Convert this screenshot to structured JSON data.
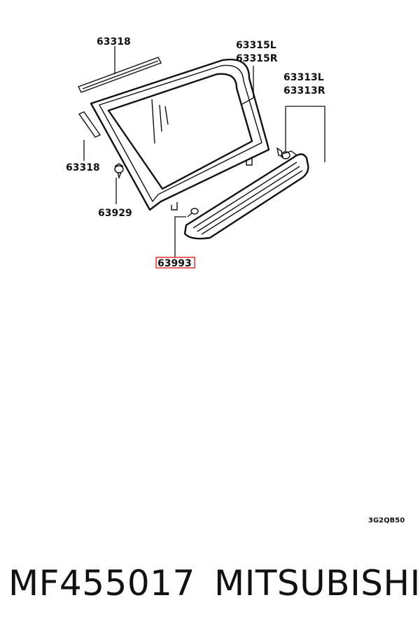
{
  "callouts": {
    "upper_molding": "63318",
    "glass_left": "63315L",
    "glass_right": "63315R",
    "garnish_left": "63313L",
    "garnish_right": "63313R",
    "side_molding": "63318",
    "clip": "63929",
    "fastener": "63993"
  },
  "diagram_code": "3G2QB50",
  "footer": {
    "part_number": "MF455017",
    "brand": "MITSUBISHI"
  },
  "highlight_color": "#e03030"
}
